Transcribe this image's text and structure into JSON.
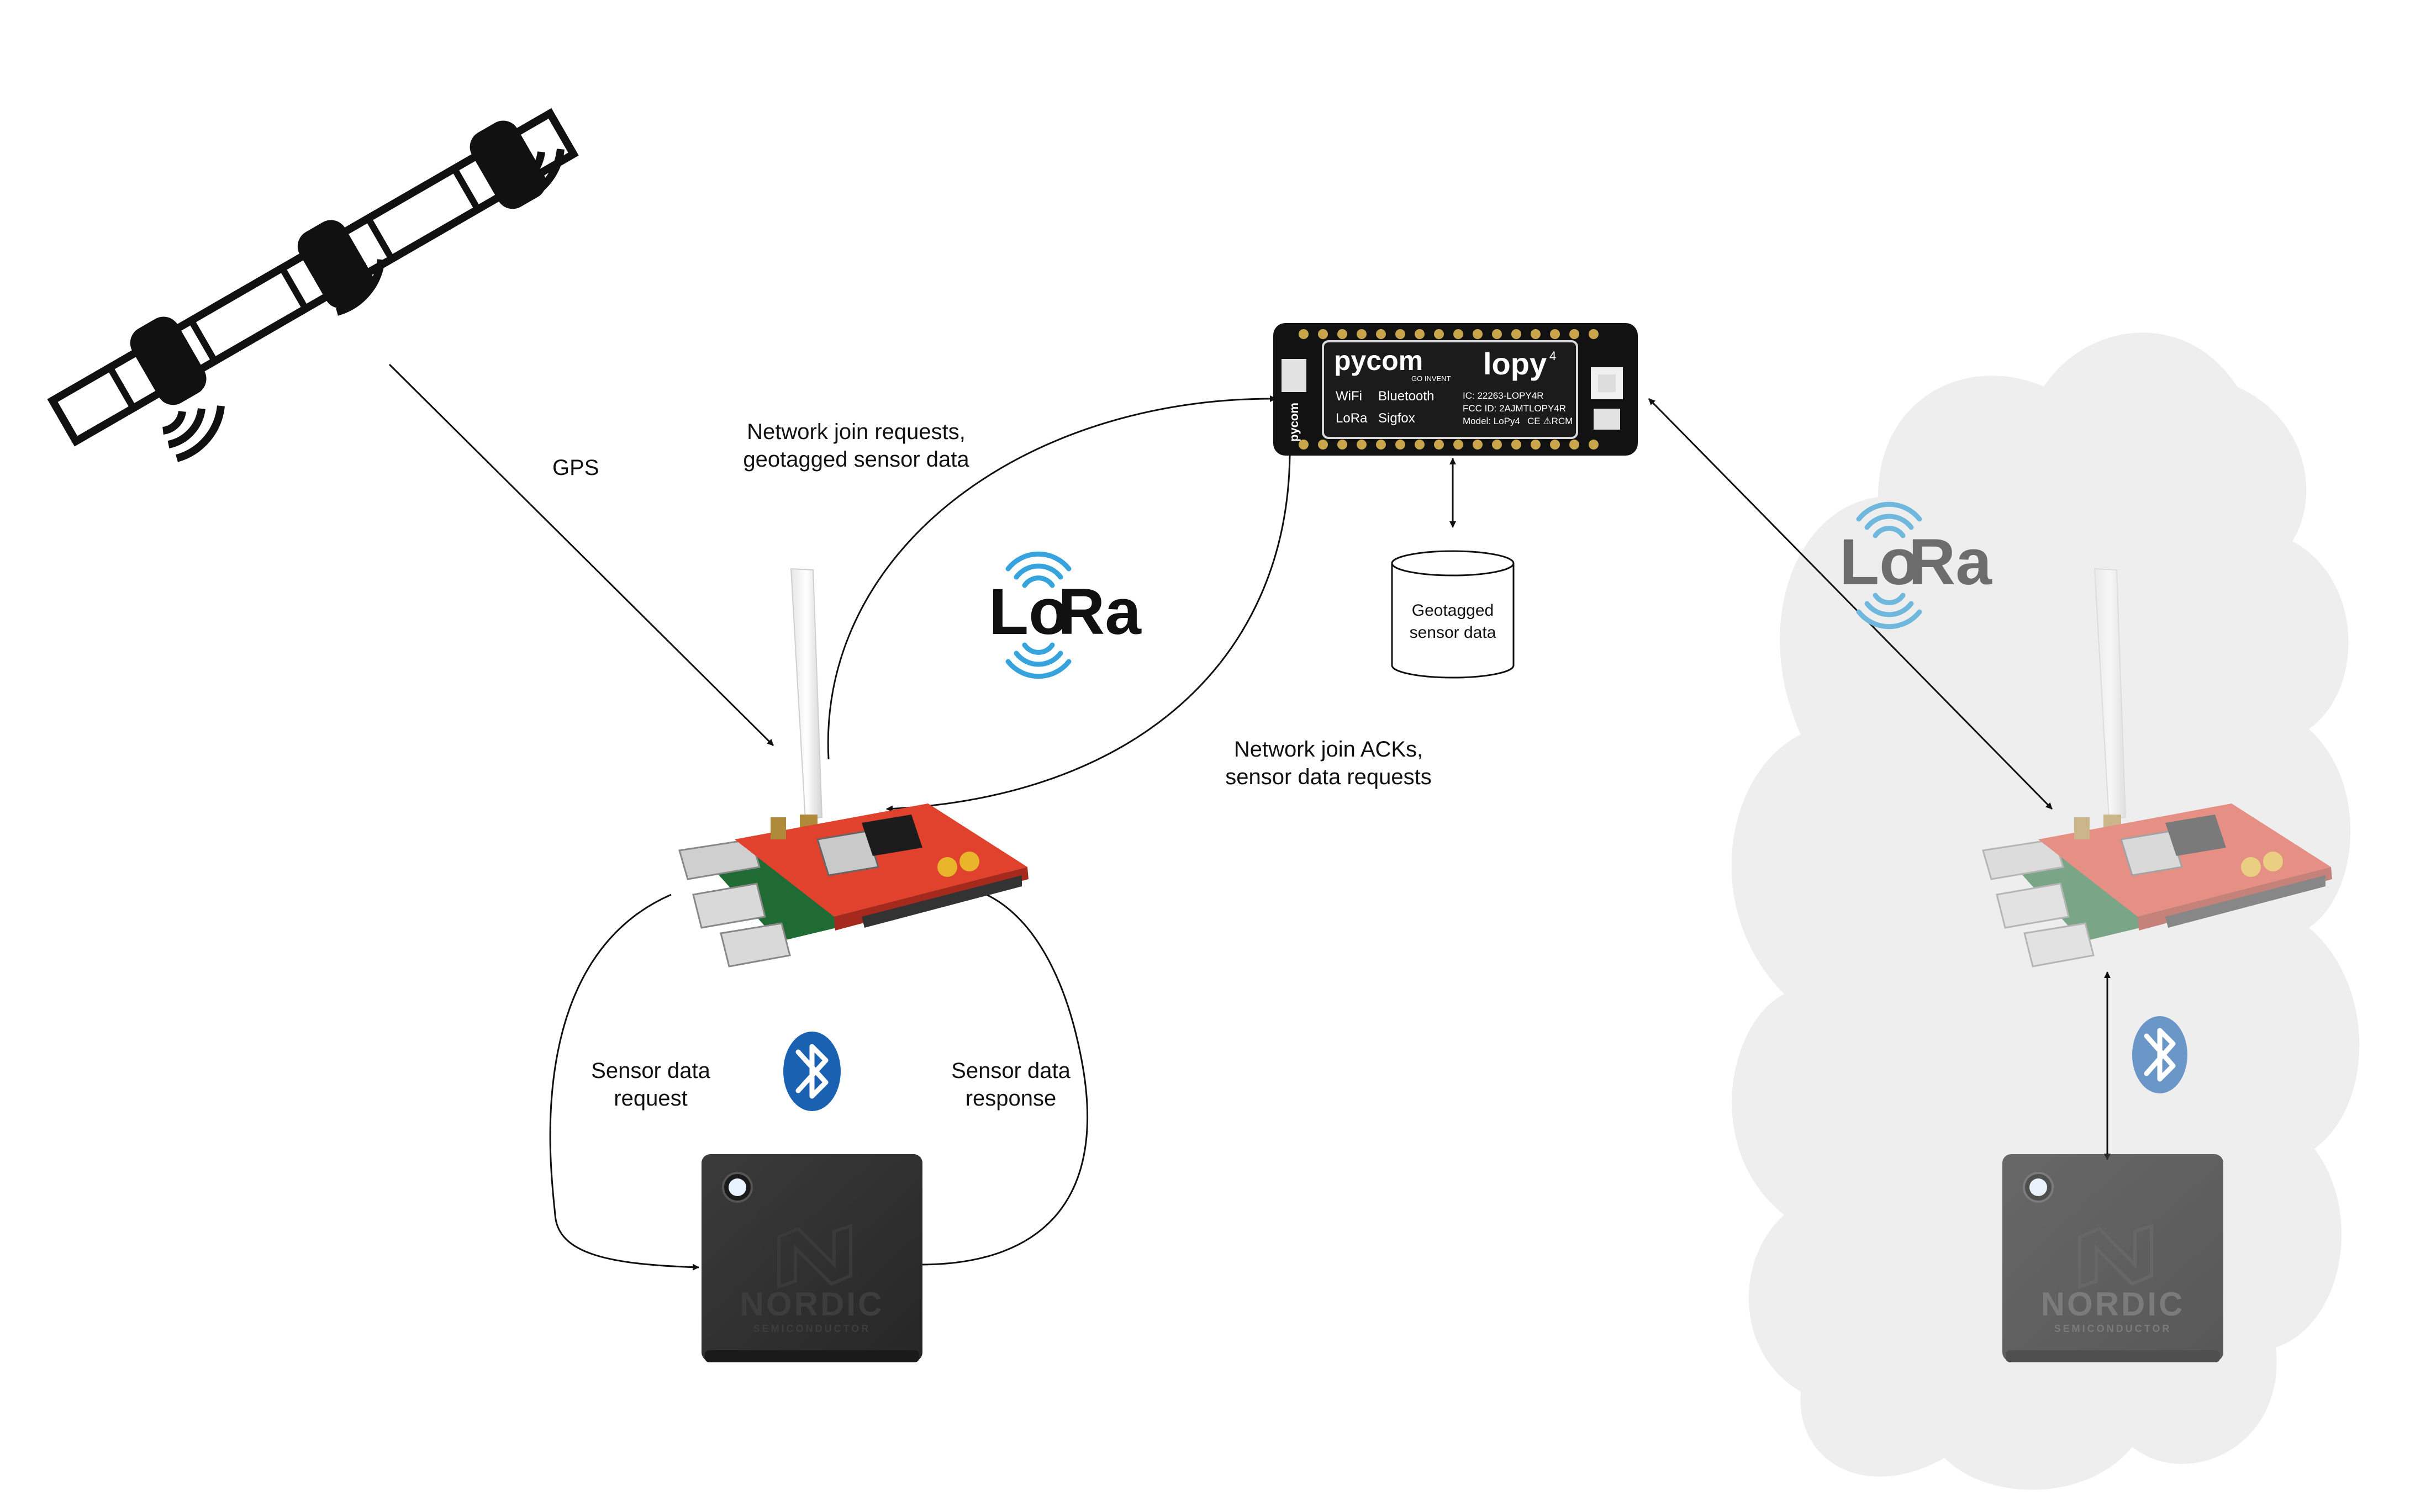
{
  "labels": {
    "gps": "GPS",
    "join_requests_1": "Network join requests,",
    "join_requests_2": "geotagged sensor data",
    "join_acks_1": "Network join ACKs,",
    "join_acks_2": "sensor data requests",
    "sensor_request_1": "Sensor data",
    "sensor_request_2": "request",
    "sensor_response_1": "Sensor data",
    "sensor_response_2": "response",
    "db_1": "Geotagged",
    "db_2": "sensor data"
  },
  "lora_logo": {
    "text_lo": "Lo",
    "text_ra": "Ra",
    "wave_color": "#36a3dc"
  },
  "board": {
    "brand": "pycom",
    "brand_sub": "GO INVENT",
    "model": "lopy",
    "model_sup": "4",
    "row1_a": "WiFi",
    "row1_b": "Bluetooth",
    "row2_a": "LoRa",
    "row2_b": "Sigfox",
    "ic": "IC: 22263-LOPY4R",
    "fcc": "FCC ID: 2AJMTLOPY4R",
    "model_line": "Model: LoPy4",
    "marks": "CE  ⚠RCM",
    "side": "pycom"
  },
  "nordic": {
    "name": "NORDIC",
    "sub": "SEMICONDUCTOR"
  },
  "icons": [
    "satellite-icon",
    "bluetooth-icon",
    "lora-logo",
    "database-icon",
    "raspberry-pi-gateway",
    "nordic-thingy"
  ],
  "colors": {
    "bluetooth": "#1a61b2",
    "lora_wave": "#36a3dc",
    "cloud": "#eeeeee",
    "pcb_red": "#e0422e"
  }
}
